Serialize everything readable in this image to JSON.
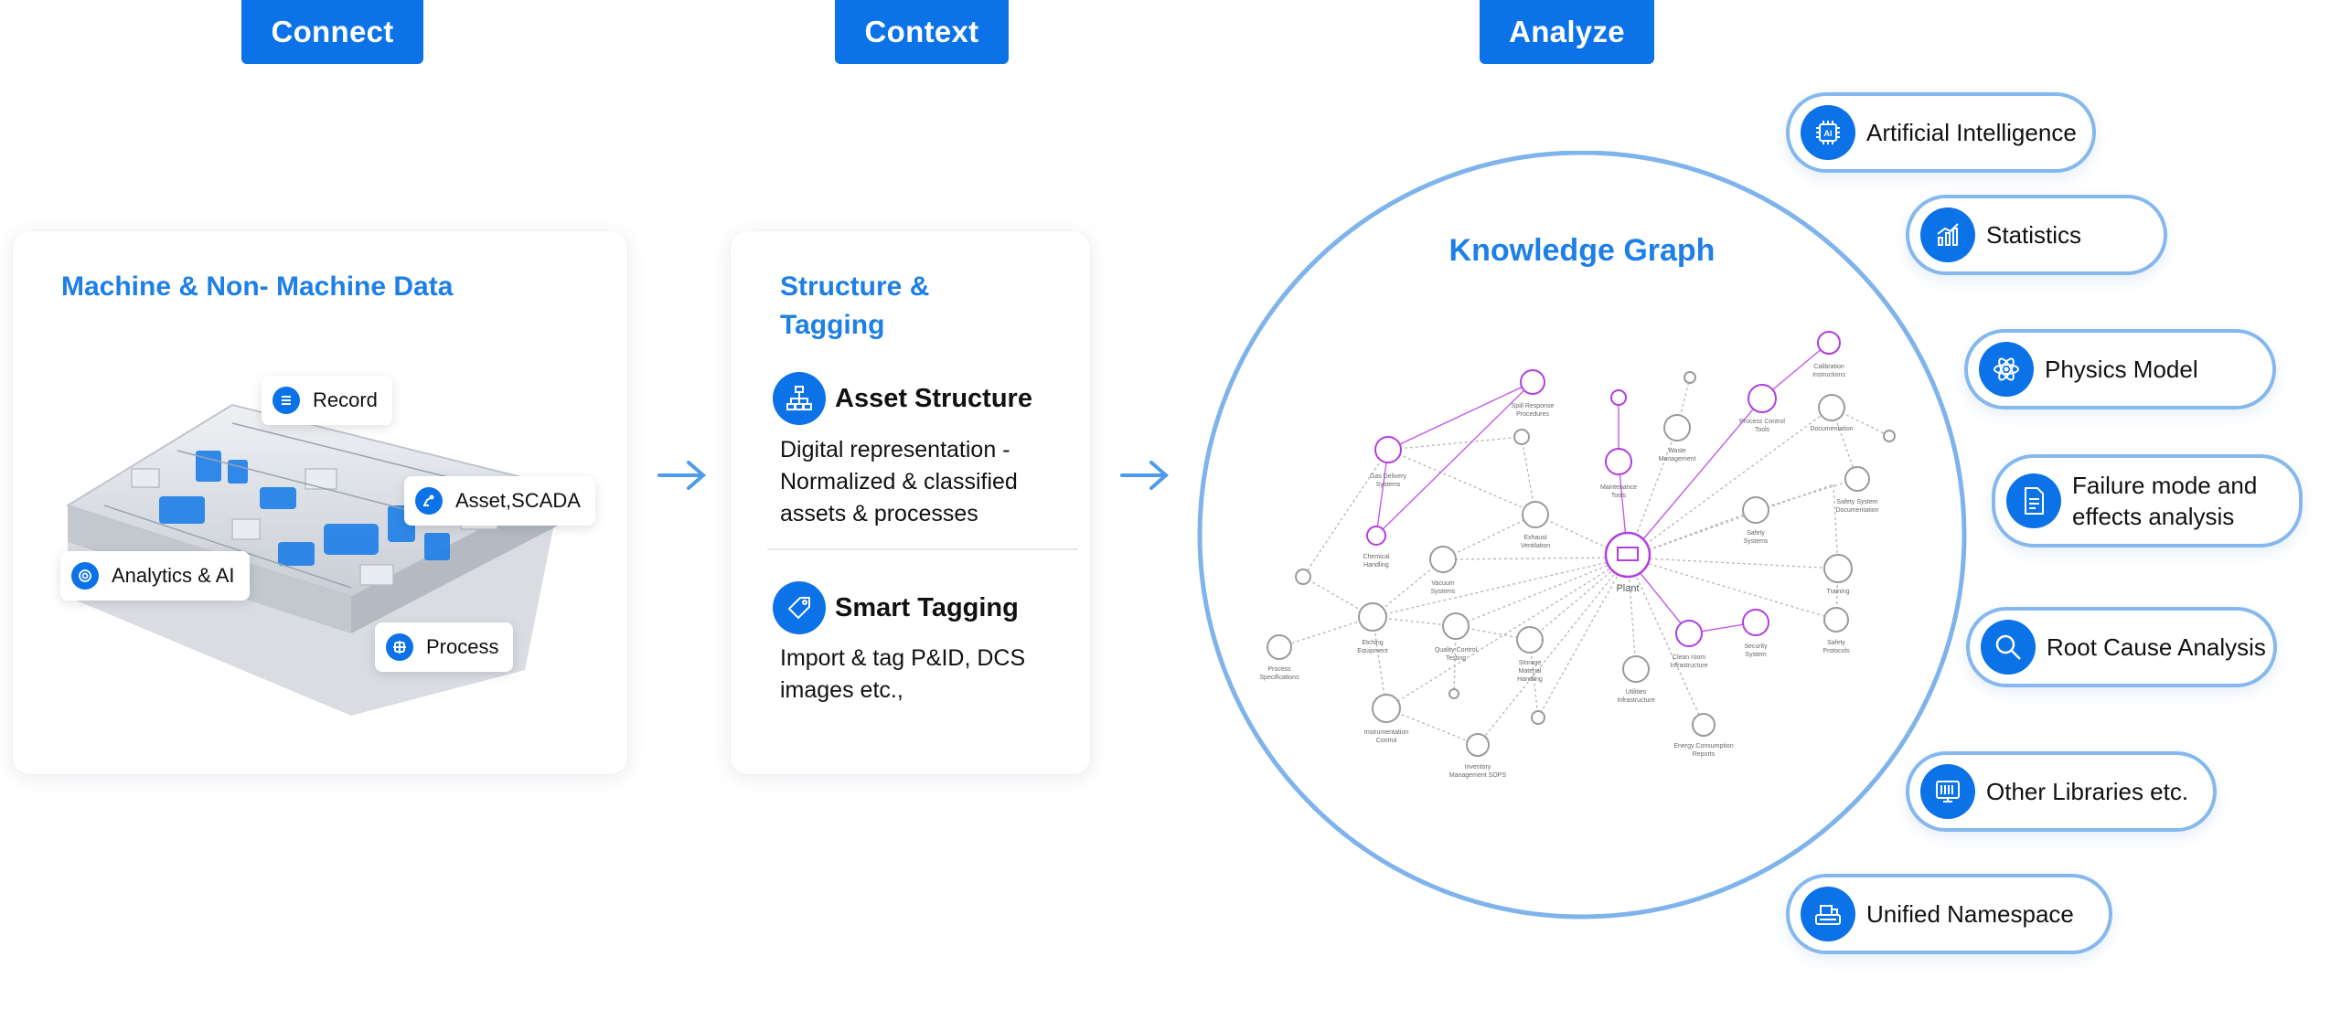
{
  "headers": {
    "connect": "Connect",
    "context": "Context",
    "analyze": "Analyze"
  },
  "connect_card": {
    "title": "Machine & Non- Machine Data",
    "chips": {
      "record": "Record",
      "asset": "Asset,SCADA",
      "analytics": "Analytics & AI",
      "process": "Process"
    }
  },
  "context_card": {
    "title_line1": "Structure &",
    "title_line2": "Tagging",
    "asset_heading": "Asset Structure",
    "asset_l1": "Digital representation -",
    "asset_l2": "Normalized & classified",
    "asset_l3": "assets & processes",
    "smart_heading": "Smart Tagging",
    "smart_l1": "Import & tag P&ID, DCS",
    "smart_l2": "images etc.,"
  },
  "knowledge_graph": {
    "title": "Knowledge Graph",
    "center": "Plant",
    "nodes": {
      "spill": [
        "Spill Response",
        "Procedures"
      ],
      "gas": [
        "Gas Delivery",
        "Systems"
      ],
      "chem": [
        "Chemical",
        "Handling"
      ],
      "maint": [
        "Maintenance",
        "Tools"
      ],
      "waste": [
        "Waste",
        "Management"
      ],
      "calib": [
        "Calibration",
        "Instructions"
      ],
      "pct": [
        "Process Control",
        "Tools"
      ],
      "doc": [
        "Documentation"
      ],
      "exhaust": [
        "Exhaust",
        "Ventilation"
      ],
      "vacuum": [
        "Vacuum",
        "Systems"
      ],
      "safety_sys": [
        "Safety",
        "Systems"
      ],
      "safety_doc": [
        "Safety System",
        "Documentation"
      ],
      "training": [
        "Training"
      ],
      "etching": [
        "Etching",
        "Equipment"
      ],
      "qc": [
        "Quality Control",
        "Testing"
      ],
      "storage": [
        "Storage",
        "Material",
        "Handling"
      ],
      "cleanroom": [
        "Clean room",
        "Infrastructure"
      ],
      "security": [
        "Security",
        "System"
      ],
      "safety_proto": [
        "Safety",
        "Protocols"
      ],
      "process_spec": [
        "Process",
        "Specifications"
      ],
      "utilities": [
        "Utilities",
        "Infrastructure"
      ],
      "energy": [
        "Energy Consumption",
        "Reports"
      ],
      "instr": [
        "Instrumentation",
        "Control"
      ],
      "inventory": [
        "Inventory",
        "Management SOPS"
      ]
    }
  },
  "capabilities": [
    {
      "label": "Artificial Intelligence",
      "icon": "ai-chip-icon"
    },
    {
      "label": "Statistics",
      "icon": "chart-icon"
    },
    {
      "label": "Physics Model",
      "icon": "atom-icon"
    },
    {
      "label_line1": "Failure mode and",
      "label_line2": "effects analysis",
      "icon": "document-icon"
    },
    {
      "label": "Root Cause Analysis",
      "icon": "magnifier-icon"
    },
    {
      "label": "Other Libraries etc.",
      "icon": "library-icon"
    },
    {
      "label": "Unified Namespace",
      "icon": "namespace-icon"
    }
  ],
  "colors": {
    "primary": "#0B72E7",
    "title_blue": "#1E7FE6",
    "circle": "#84B8EE",
    "purple": "#B23DE0",
    "gray_node": "#9A9A9A"
  }
}
